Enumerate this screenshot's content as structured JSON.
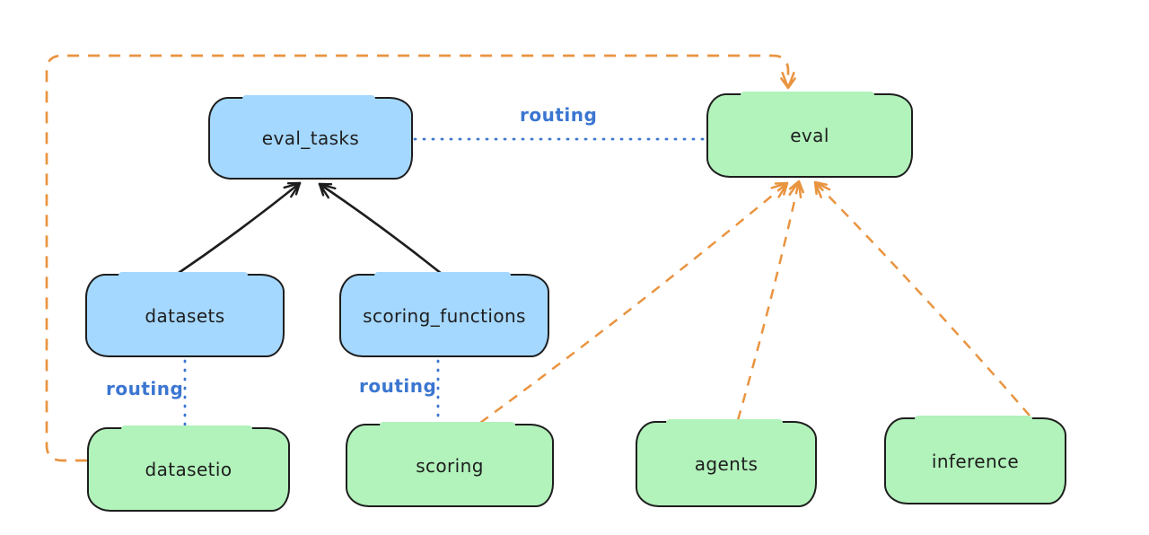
{
  "diagram": {
    "nodes": [
      {
        "id": "eval_tasks",
        "label": "eval_tasks",
        "kind": "resource"
      },
      {
        "id": "eval",
        "label": "eval",
        "kind": "api"
      },
      {
        "id": "datasets",
        "label": "datasets",
        "kind": "resource"
      },
      {
        "id": "scoring_functions",
        "label": "scoring_functions",
        "kind": "resource"
      },
      {
        "id": "datasetio",
        "label": "datasetio",
        "kind": "api"
      },
      {
        "id": "scoring",
        "label": "scoring",
        "kind": "api"
      },
      {
        "id": "agents",
        "label": "agents",
        "kind": "api"
      },
      {
        "id": "inference",
        "label": "inference",
        "kind": "api"
      }
    ],
    "edge_labels": [
      {
        "id": "routing-eval-tasks-to-eval",
        "text": "routing"
      },
      {
        "id": "routing-datasets-to-datasetio",
        "text": "routing"
      },
      {
        "id": "routing-scoring-fns-to-scoring",
        "text": "routing"
      }
    ],
    "edges": [
      {
        "from": "datasets",
        "to": "eval_tasks",
        "style": "solid-black-arrow"
      },
      {
        "from": "scoring_functions",
        "to": "eval_tasks",
        "style": "solid-black-arrow"
      },
      {
        "from": "eval_tasks",
        "to": "eval",
        "style": "dotted-blue",
        "label": "routing"
      },
      {
        "from": "datasets",
        "to": "datasetio",
        "style": "dotted-blue",
        "label": "routing"
      },
      {
        "from": "scoring_functions",
        "to": "scoring",
        "style": "dotted-blue",
        "label": "routing"
      },
      {
        "from": "datasetio",
        "to": "eval",
        "style": "dashed-orange-arrow-elbow"
      },
      {
        "from": "scoring",
        "to": "eval",
        "style": "dashed-orange-arrow"
      },
      {
        "from": "agents",
        "to": "eval",
        "style": "dashed-orange-arrow"
      },
      {
        "from": "inference",
        "to": "eval",
        "style": "dashed-orange-arrow"
      }
    ],
    "colors": {
      "background": "#ffffff",
      "resource_fill": "#a5d8ff",
      "api_fill": "#b2f2bb",
      "node_stroke": "#1e1e1e",
      "arrow_black": "#1e1e1e",
      "orange": "#e99440",
      "routing_blue": "#3b76d1"
    }
  }
}
